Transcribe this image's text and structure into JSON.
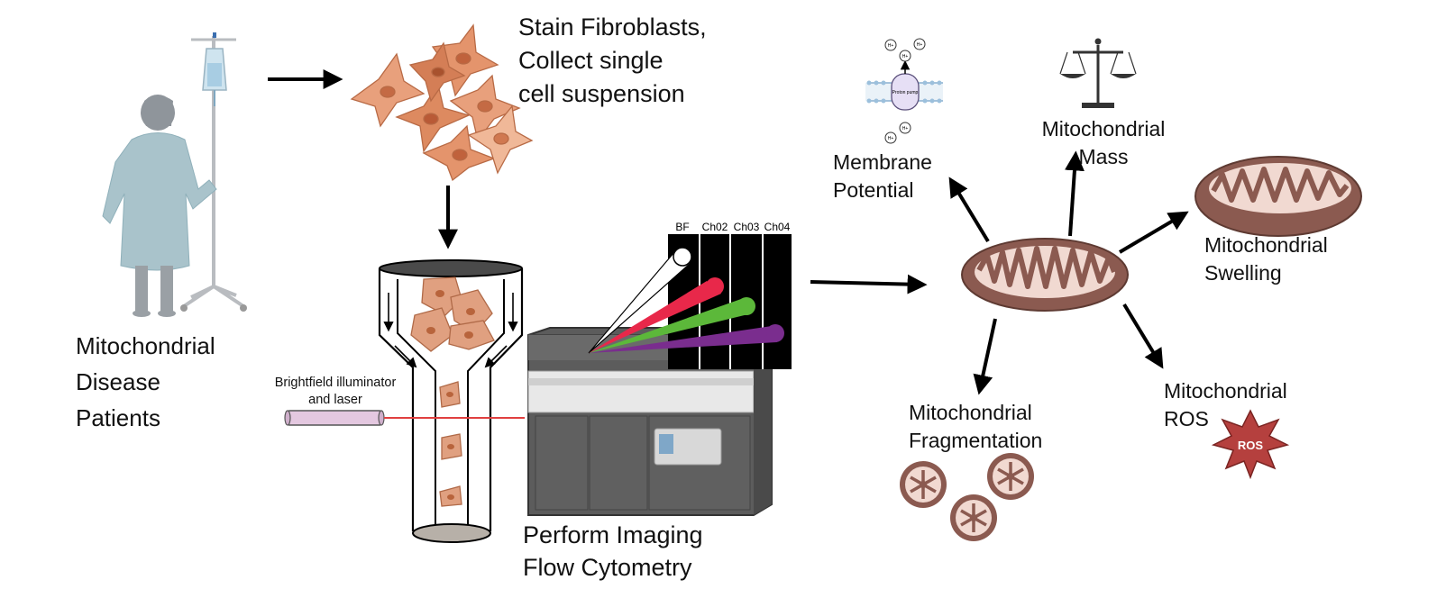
{
  "labels": {
    "patients": [
      "Mitochondrial",
      "Disease",
      "Patients"
    ],
    "stain": [
      "Stain Fibroblasts,",
      "Collect single",
      "cell suspension"
    ],
    "illuminator": [
      "Brightfield illuminator",
      "and laser"
    ],
    "imaging": [
      "Perform Imaging",
      "Flow Cytometry"
    ],
    "membrane": [
      "Membrane",
      "Potential"
    ],
    "mass": [
      "Mitochondrial",
      "Mass"
    ],
    "swelling": [
      "Mitochondrial",
      "Swelling"
    ],
    "ros": [
      "Mitochondrial",
      "ROS"
    ],
    "fragmentation": [
      "Mitochondrial",
      "Fragmentation"
    ]
  },
  "channels": [
    "BF",
    "Ch02",
    "Ch03",
    "Ch04"
  ],
  "badges": {
    "ros": "ROS",
    "pump": "Proton pump",
    "ion": "H+"
  },
  "colors": {
    "patient": "#a9c3cb",
    "cell": "#d98c63",
    "mito": "#8b5a50",
    "ros_star": "#b5403e",
    "laser": "#e04040",
    "ch02": "#e8284a",
    "ch03": "#5cb83a",
    "ch04": "#7a2d8e",
    "machine": "#5c5c5c"
  },
  "icons": [
    "iv-pole-icon",
    "patient-icon",
    "fibroblast-cells-icon",
    "flow-chamber-icon",
    "laser-icon",
    "cytometer-icon",
    "channel-panel-icon",
    "mitochondrion-icon",
    "membrane-pump-icon",
    "balance-scale-icon",
    "swollen-mitochondrion-icon",
    "fragmented-mitochondria-icon",
    "ros-star-icon"
  ]
}
